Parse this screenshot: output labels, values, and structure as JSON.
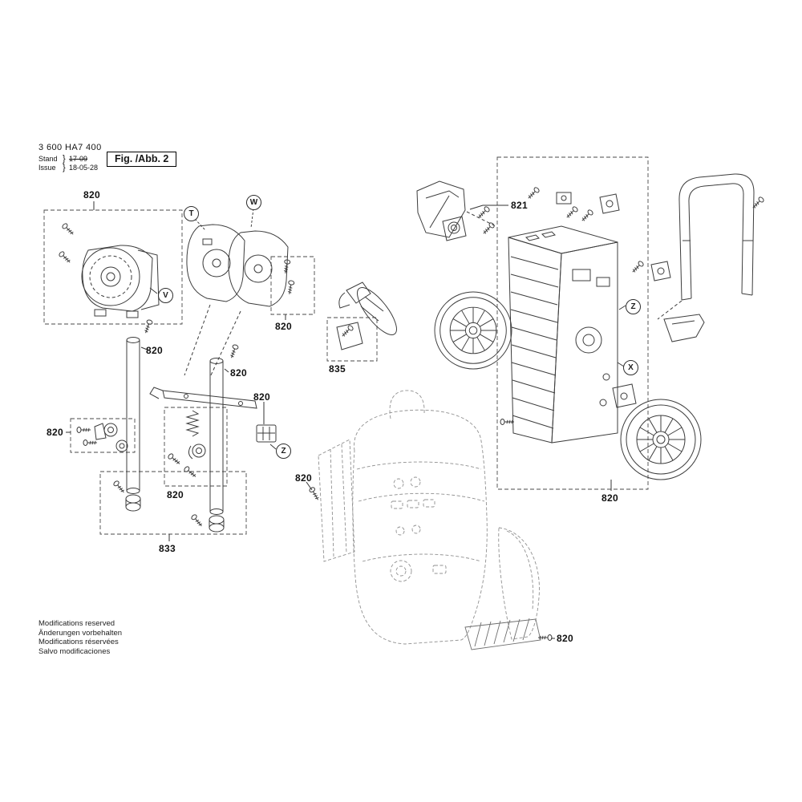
{
  "header": {
    "part_number": "3 600 HA7 400",
    "revision": {
      "stand_label": "Stand",
      "stand_value": "17-09",
      "issue_label": "Issue",
      "issue_value": "18-05-28",
      "brace": "}"
    },
    "figure_label": "Fig. /Abb. 2"
  },
  "callouts": [
    {
      "part": "hose-reel-cover",
      "text": "820"
    },
    {
      "part": "motor-cover",
      "text": "820"
    },
    {
      "part": "tube-left-screw",
      "text": "820"
    },
    {
      "part": "tube-right-screw",
      "text": "820"
    },
    {
      "part": "grip-handle",
      "text": "835"
    },
    {
      "part": "connector-clip",
      "text": "820"
    },
    {
      "part": "left-clamp",
      "text": "820"
    },
    {
      "part": "spring-clip",
      "text": "820"
    },
    {
      "part": "tube-set",
      "text": "833"
    },
    {
      "part": "body-side-screw",
      "text": "820"
    },
    {
      "part": "chassis-bracket",
      "text": "821"
    },
    {
      "part": "chassis-wheel",
      "text": "820"
    },
    {
      "part": "foot-screw",
      "text": "820"
    }
  ],
  "view_letters": [
    {
      "letter": "T"
    },
    {
      "letter": "W"
    },
    {
      "letter": "V"
    },
    {
      "letter": "Z"
    },
    {
      "letter": "Z"
    },
    {
      "letter": "X"
    }
  ],
  "footer": {
    "lines": [
      "Modifications reserved",
      "Änderungen vorbehalten",
      "Modifications réservées",
      "Salvo modificaciones"
    ]
  },
  "colors": {
    "line": "#3c3c3c",
    "ghost": "#909090",
    "box_dash": "#4a4a4a"
  }
}
